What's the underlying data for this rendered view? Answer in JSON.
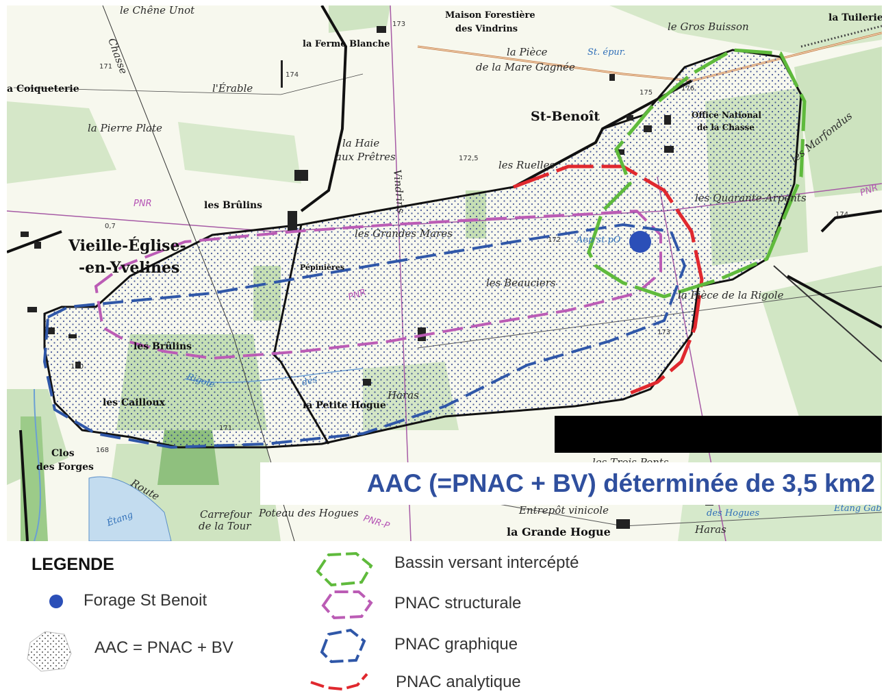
{
  "map": {
    "places": {
      "chene_unot": "le Chêne Unot",
      "maison_forestiere_1": "Maison Forestière",
      "maison_forestiere_2": "des Vindrins",
      "tuilerie": "la Tuilerie",
      "gros_buisson": "le Gros Buisson",
      "ferme_blanche": "la Ferme Blanche",
      "piece_mare_1": "la Pièce",
      "piece_mare_2": "de la Mare Gagnée",
      "st_epur": "St. épur.",
      "coiqueterie": "a Coiqueterie",
      "erable": "l'Érable",
      "st_benoit": "St-Benoît",
      "office_1": "Office National",
      "office_2": "de la Chasse",
      "marfondus": "les Marfondus",
      "pierre_plate": "la Pierre Plate",
      "haie_1": "la Haie",
      "haie_2": "aux Prêtres",
      "ruelles": "les Ruelles",
      "quarante": "les Quarante-Arpents",
      "brulins_top": "les Brûlins",
      "vieille_1": "Vieille-Église-",
      "vieille_2": "-en-Yvelines",
      "grandes_mares": "les Grandes Mares",
      "aep": "Aep st pO",
      "pepinieres": "Pépinières",
      "beauciers": "les Beauciers",
      "piece_rigole": "la Pièce de la Rigole",
      "brulins_low": "les Brûlins",
      "cailloux": "les Cailloux",
      "petite_hogue": "la Petite Hogue",
      "haras": "Haras",
      "clos_1": "Clos",
      "clos_2": "des Forges",
      "trois_ponts": "les Trois Ponts",
      "carrefour_1": "Carrefour",
      "carrefour_2": "de la Tour",
      "poteau": "Poteau des Hogues",
      "entrepot": "Entrepôt vinicole",
      "grande_hogue": "la Grande Hogue",
      "des_hogues": "des Hogues",
      "haras2": "Haras",
      "etang_gab": "Étang Gab",
      "etang": "Étang",
      "route": "Route",
      "chasse": "Chasse",
      "vindrins": "Vindrins",
      "pnr": "PNR",
      "pnr_b": "PNR-P",
      "rigole_label": "Rigole",
      "des_label": "des",
      "num_07": "0,7"
    },
    "elevations": [
      "171",
      "173",
      "174",
      "175",
      "172",
      "170",
      "168",
      "176",
      "172,5",
      "173",
      "171",
      "174"
    ],
    "colors": {
      "bv": "#5fba3c",
      "pnac_structurale": "#bb5cb5",
      "pnac_graphique": "#2f57a8",
      "pnac_analytique": "#e0282e",
      "forage": "#2b4fb8",
      "aac_border": "#111111"
    }
  },
  "banner": {
    "text": "AAC (=PNAC + BV) déterminée de 3,5 km2"
  },
  "legend": {
    "title": "LEGENDE",
    "forage": "Forage St Benoit",
    "aac": "AAC = PNAC + BV",
    "bv": "Bassin versant intercépté",
    "structurale": "PNAC structurale",
    "graphique": "PNAC graphique",
    "analytique": "PNAC analytique"
  }
}
